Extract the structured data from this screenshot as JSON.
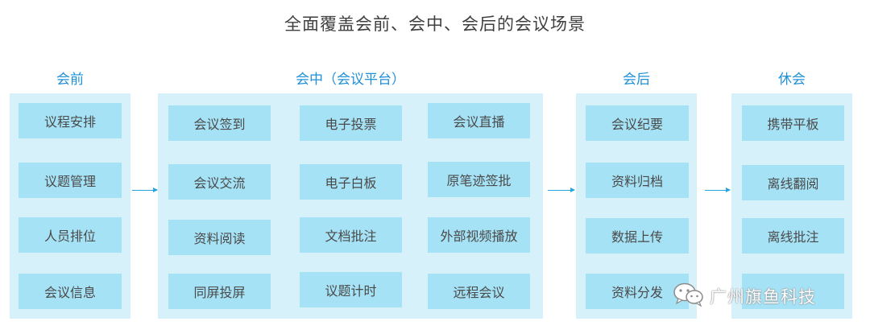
{
  "title": "全面覆盖会前、会中、会后的会议场景",
  "columns": [
    {
      "heading": "会前",
      "items": [
        "议程安排",
        "议题管理",
        "人员排位",
        "会议信息"
      ]
    },
    {
      "heading": "会中（会议平台）",
      "items": [
        "会议签到",
        "电子投票",
        "会议直播",
        "会议交流",
        "电子白板",
        "原笔迹签批",
        "资料阅读",
        "文档批注",
        "外部视频播放",
        "同屏投屏",
        "议题计时",
        "远程会议"
      ]
    },
    {
      "heading": "会后",
      "items": [
        "会议纪要",
        "资料归档",
        "数据上传",
        "资料分发"
      ]
    },
    {
      "heading": "休会",
      "items": [
        "携带平板",
        "离线翻阅",
        "离线批注"
      ]
    }
  ],
  "watermark": {
    "icon": "wechat-icon",
    "text": "广州旗鱼科技"
  },
  "colors": {
    "heading": "#1e90d8",
    "panel": "#d7f1fb",
    "box": "#a6e2f5",
    "arrow": "#29a3e0"
  }
}
